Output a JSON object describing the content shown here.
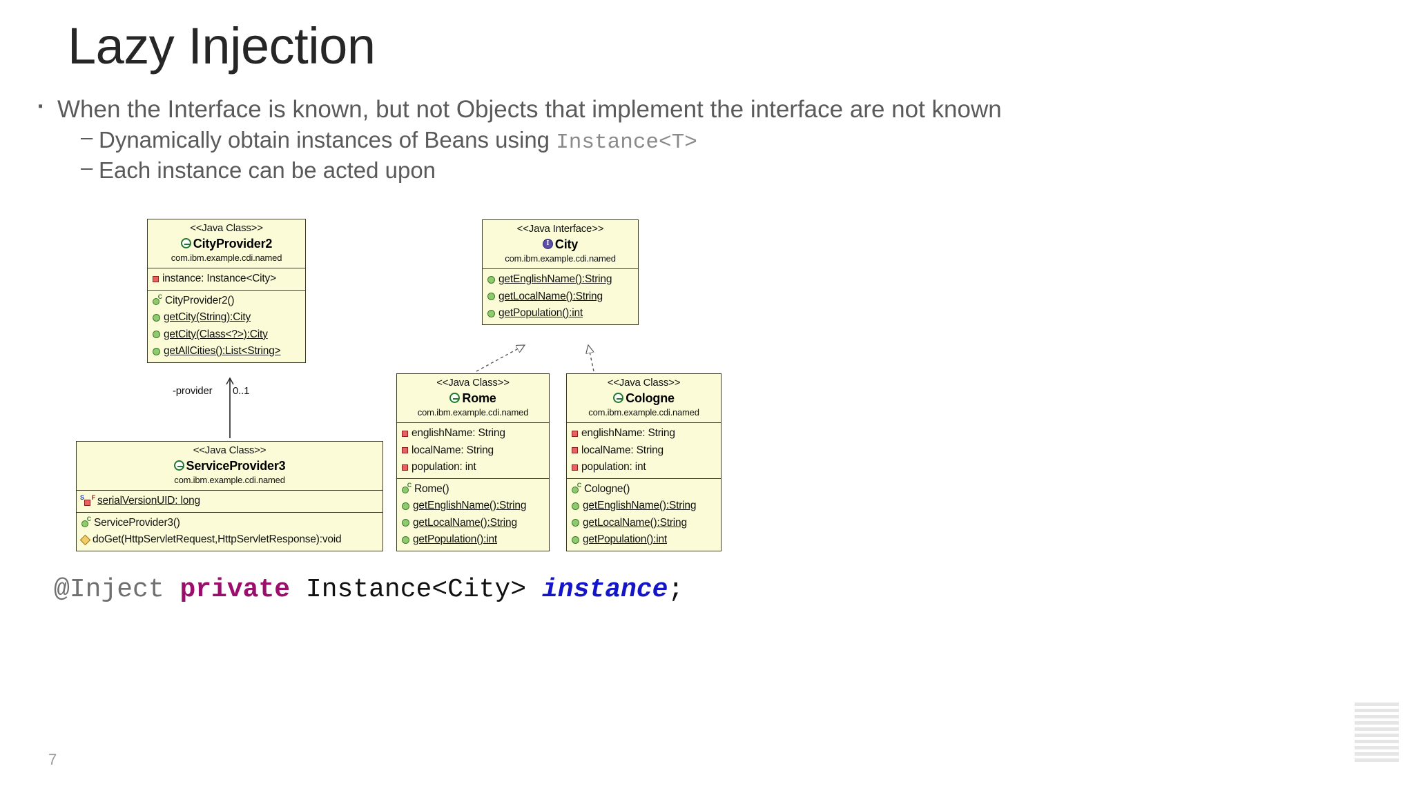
{
  "slide": {
    "title": "Lazy Injection",
    "page_number": "7",
    "logo": "ibm-logo"
  },
  "bullets": [
    {
      "level": 1,
      "marker": "▪",
      "text": "When the Interface is known, but not Objects that implement the interface are not known"
    },
    {
      "level": 2,
      "marker": "–",
      "text": "Dynamically obtain instances of Beans using ",
      "mono": "Instance<T>"
    },
    {
      "level": 2,
      "marker": "–",
      "text": "Each instance can be acted upon",
      "mono": ""
    }
  ],
  "uml": {
    "classes": {
      "cityprovider2": {
        "stereotype": "<<Java Class>>",
        "name": "CityProvider2",
        "package": "com.ibm.example.cdi.named",
        "fields": [
          {
            "icon": "field-private-icon",
            "text": "instance: Instance<City>",
            "underline": false
          }
        ],
        "methods": [
          {
            "icon": "constructor-icon",
            "text": "CityProvider2()",
            "underline": false
          },
          {
            "icon": "method-public-icon",
            "text": "getCity(String):City",
            "underline": true
          },
          {
            "icon": "method-public-icon",
            "text": "getCity(Class<?>):City",
            "underline": true
          },
          {
            "icon": "method-public-icon",
            "text": "getAllCities():List<String>",
            "underline": true
          }
        ]
      },
      "city": {
        "stereotype": "<<Java Interface>>",
        "name": "City",
        "package": "com.ibm.example.cdi.named",
        "fields": [],
        "methods": [
          {
            "icon": "method-public-icon",
            "text": "getEnglishName():String",
            "underline": true
          },
          {
            "icon": "method-public-icon",
            "text": "getLocalName():String",
            "underline": true
          },
          {
            "icon": "method-public-icon",
            "text": "getPopulation():int",
            "underline": true
          }
        ]
      },
      "rome": {
        "stereotype": "<<Java Class>>",
        "name": "Rome",
        "package": "com.ibm.example.cdi.named",
        "fields": [
          {
            "icon": "field-private-icon",
            "text": "englishName: String",
            "underline": false
          },
          {
            "icon": "field-private-icon",
            "text": "localName: String",
            "underline": false
          },
          {
            "icon": "field-private-icon",
            "text": "population: int",
            "underline": false
          }
        ],
        "methods": [
          {
            "icon": "constructor-icon",
            "text": "Rome()",
            "underline": false
          },
          {
            "icon": "method-public-icon",
            "text": "getEnglishName():String",
            "underline": true
          },
          {
            "icon": "method-public-icon",
            "text": "getLocalName():String",
            "underline": true
          },
          {
            "icon": "method-public-icon",
            "text": "getPopulation():int",
            "underline": true
          }
        ]
      },
      "cologne": {
        "stereotype": "<<Java Class>>",
        "name": "Cologne",
        "package": "com.ibm.example.cdi.named",
        "fields": [
          {
            "icon": "field-private-icon",
            "text": "englishName: String",
            "underline": false
          },
          {
            "icon": "field-private-icon",
            "text": "localName: String",
            "underline": false
          },
          {
            "icon": "field-private-icon",
            "text": "population: int",
            "underline": false
          }
        ],
        "methods": [
          {
            "icon": "constructor-icon",
            "text": "Cologne()",
            "underline": false
          },
          {
            "icon": "method-public-icon",
            "text": "getEnglishName():String",
            "underline": true
          },
          {
            "icon": "method-public-icon",
            "text": "getLocalName():String",
            "underline": true
          },
          {
            "icon": "method-public-icon",
            "text": "getPopulation():int",
            "underline": true
          }
        ]
      },
      "serviceprovider3": {
        "stereotype": "<<Java Class>>",
        "name": "ServiceProvider3",
        "package": "com.ibm.example.cdi.named",
        "fields": [
          {
            "icon": "static-final-field-icon",
            "text": "serialVersionUID: long",
            "underline": true
          }
        ],
        "methods": [
          {
            "icon": "constructor-icon",
            "text": "ServiceProvider3()",
            "underline": false
          },
          {
            "icon": "method-protected-icon",
            "text": "doGet(HttpServletRequest,HttpServletResponse):void",
            "underline": false
          }
        ]
      }
    },
    "associations": {
      "provider_role": "-provider",
      "provider_multiplicity": "0..1"
    }
  },
  "code": {
    "annotation": "@Inject",
    "keyword": "private",
    "type": "Instance<City>",
    "variable": "instance",
    "terminator": ";"
  },
  "colors": {
    "uml_fill": "#fbfbd8",
    "uml_border": "#3a3a22",
    "title_text": "#262626",
    "bullet_text": "#5a5a5a",
    "code_keyword": "#9a0f6b",
    "code_variable": "#1414c8",
    "code_annotation": "#6f6f6f"
  }
}
